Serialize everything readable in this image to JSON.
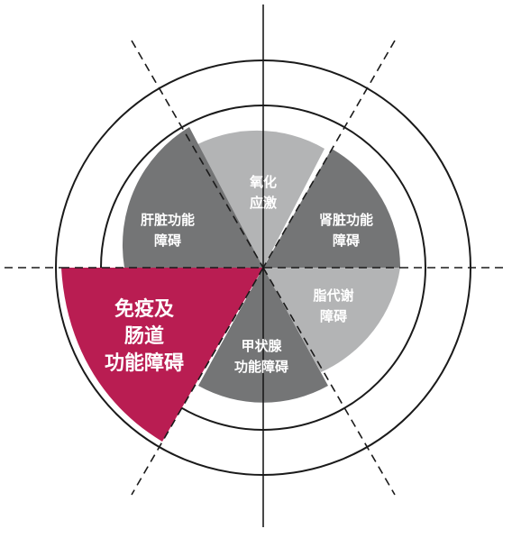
{
  "colors": {
    "dark_segment": "#747576",
    "light_segment": "#b3b4b5",
    "highlight_segment": "#b91d52",
    "label_text": "#ffffff",
    "line": "#1a1a1a"
  },
  "segments": [
    {
      "id": "oxidative-stress",
      "lines": [
        "氧化",
        "应激"
      ],
      "tone": "light"
    },
    {
      "id": "kidney",
      "lines": [
        "肾脏功能",
        "障碍"
      ],
      "tone": "dark"
    },
    {
      "id": "lipid",
      "lines": [
        "脂代谢",
        "障碍"
      ],
      "tone": "light"
    },
    {
      "id": "thyroid",
      "lines": [
        "甲状腺",
        "功能障碍"
      ],
      "tone": "dark"
    },
    {
      "id": "immune-gut",
      "lines": [
        "免疫及",
        "肠道",
        "功能障碍"
      ],
      "tone": "highlight"
    },
    {
      "id": "liver",
      "lines": [
        "肝脏功能",
        "障碍"
      ],
      "tone": "dark"
    }
  ]
}
